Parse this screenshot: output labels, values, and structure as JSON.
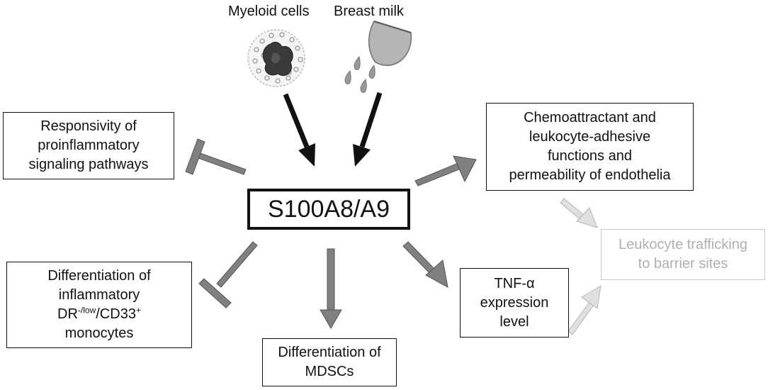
{
  "sources": {
    "myeloid_label": "Myeloid cells",
    "milk_label": "Breast milk"
  },
  "center": {
    "label": "S100A8/A9"
  },
  "boxes": {
    "responsivity": [
      "Responsivity of",
      "proinflammatory",
      "signaling pathways"
    ],
    "chemo": [
      "Chemoattractant and",
      "leukocyte-adhesive",
      "functions and",
      "permeability of endothelia"
    ],
    "leukocyte": [
      "Leukocyte trafficking",
      "to barrier sites"
    ],
    "tnf": {
      "line1_prefix": "TNF-",
      "line1_symbol": "α",
      "line2": "expression",
      "line3": "level"
    },
    "differentiation_inflammatory": {
      "line1": "Differentiation of",
      "line2": "inflammatory",
      "dr_prefix": "DR",
      "dr_sup": "-/low",
      "dr_mid": "/CD33",
      "dr_sup2": "+",
      "line4": "monocytes"
    },
    "mdsc": [
      "Differentiation of",
      "MDSCs"
    ]
  },
  "colors": {
    "activating_arrow": "#111111",
    "effect_arrow": "#808080",
    "faded_arrow": "#d9d9d9",
    "faded_text": "#b0b0b0"
  }
}
